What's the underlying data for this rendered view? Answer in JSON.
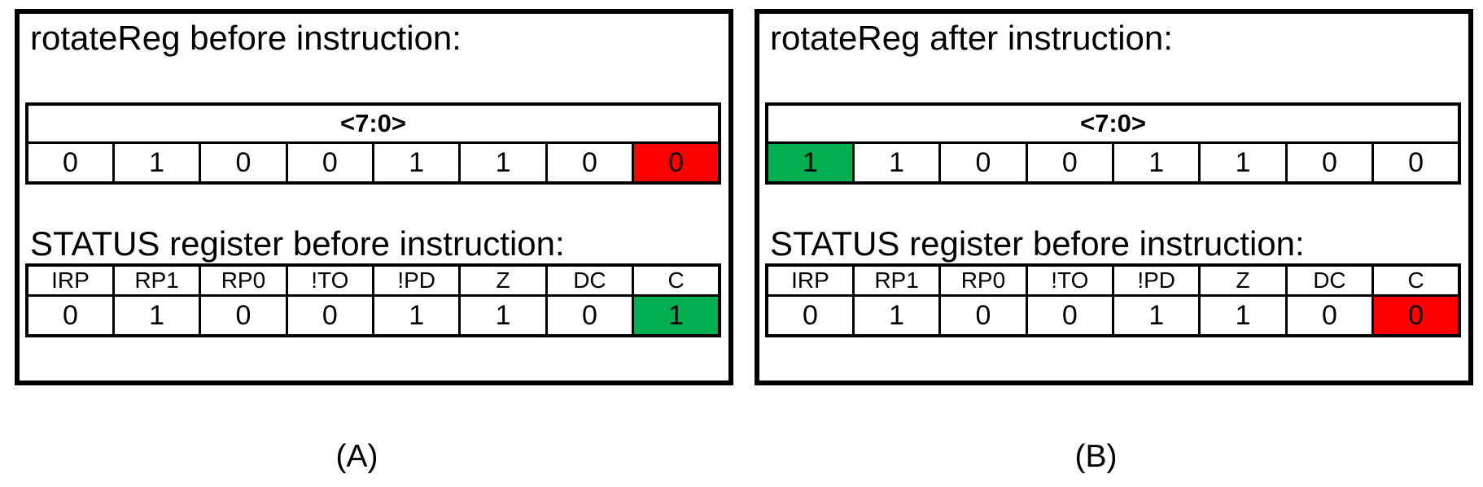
{
  "colors": {
    "highlight_red": "#FF0000",
    "highlight_green": "#00B050",
    "line": "#000000",
    "background": "#FFFFFF"
  },
  "panels": [
    {
      "caption": "(A)",
      "register_title": "rotateReg before instruction:",
      "register_header": "<7:0>",
      "register_bits": [
        {
          "value": "0",
          "highlight": "none"
        },
        {
          "value": "1",
          "highlight": "none"
        },
        {
          "value": "0",
          "highlight": "none"
        },
        {
          "value": "0",
          "highlight": "none"
        },
        {
          "value": "1",
          "highlight": "none"
        },
        {
          "value": "1",
          "highlight": "none"
        },
        {
          "value": "0",
          "highlight": "none"
        },
        {
          "value": "0",
          "highlight": "red"
        }
      ],
      "status_title": "STATUS register before instruction:",
      "status_headers": [
        "IRP",
        "RP1",
        "RP0",
        "!TO",
        "!PD",
        "Z",
        "DC",
        "C"
      ],
      "status_bits": [
        {
          "value": "0",
          "highlight": "none"
        },
        {
          "value": "1",
          "highlight": "none"
        },
        {
          "value": "0",
          "highlight": "none"
        },
        {
          "value": "0",
          "highlight": "none"
        },
        {
          "value": "1",
          "highlight": "none"
        },
        {
          "value": "1",
          "highlight": "none"
        },
        {
          "value": "0",
          "highlight": "none"
        },
        {
          "value": "1",
          "highlight": "green"
        }
      ]
    },
    {
      "caption": "(B)",
      "register_title": "rotateReg after instruction:",
      "register_header": "<7:0>",
      "register_bits": [
        {
          "value": "1",
          "highlight": "green"
        },
        {
          "value": "1",
          "highlight": "none"
        },
        {
          "value": "0",
          "highlight": "none"
        },
        {
          "value": "0",
          "highlight": "none"
        },
        {
          "value": "1",
          "highlight": "none"
        },
        {
          "value": "1",
          "highlight": "none"
        },
        {
          "value": "0",
          "highlight": "none"
        },
        {
          "value": "0",
          "highlight": "none"
        }
      ],
      "status_title": "STATUS register before instruction:",
      "status_headers": [
        "IRP",
        "RP1",
        "RP0",
        "!TO",
        "!PD",
        "Z",
        "DC",
        "C"
      ],
      "status_bits": [
        {
          "value": "0",
          "highlight": "none"
        },
        {
          "value": "1",
          "highlight": "none"
        },
        {
          "value": "0",
          "highlight": "none"
        },
        {
          "value": "0",
          "highlight": "none"
        },
        {
          "value": "1",
          "highlight": "none"
        },
        {
          "value": "1",
          "highlight": "none"
        },
        {
          "value": "0",
          "highlight": "none"
        },
        {
          "value": "0",
          "highlight": "red"
        }
      ]
    }
  ]
}
